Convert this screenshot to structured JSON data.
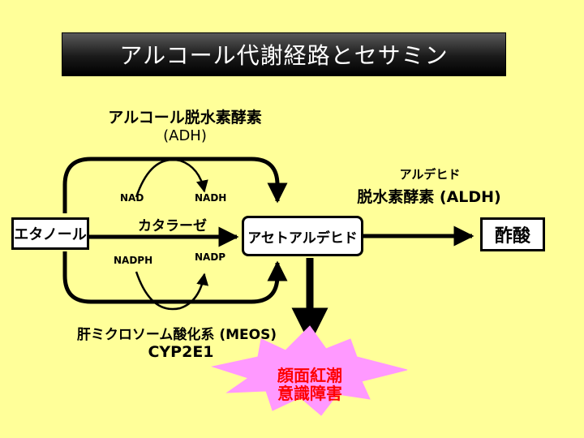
{
  "title": "アルコール代謝経路とセサミン",
  "pathway_top": {
    "name": "アルコール脱水素酵素",
    "abbr": "(ADH)",
    "cofactor_in": "NAD",
    "cofactor_out": "NADH"
  },
  "pathway_middle": {
    "name": "カタラーゼ"
  },
  "pathway_bottom": {
    "name": "肝ミクロソーム酸化系 (MEOS)",
    "enzyme": "CYP2E1",
    "cofactor_in": "NADPH",
    "cofactor_out": "NADP"
  },
  "nodes": {
    "ethanol": "エタノール",
    "acetaldehyde": "アセトアルデヒド",
    "acetic_acid": "酢酸"
  },
  "aldh": {
    "line1": "アルデヒド",
    "line2": "脱水素酵素 (ALDH)"
  },
  "effects": {
    "line1": "顔面紅潮",
    "line2": "意識障害"
  },
  "colors": {
    "background": "#ffff99",
    "burst_fill": "#ff99ff",
    "effects_text": "#ff0000"
  }
}
